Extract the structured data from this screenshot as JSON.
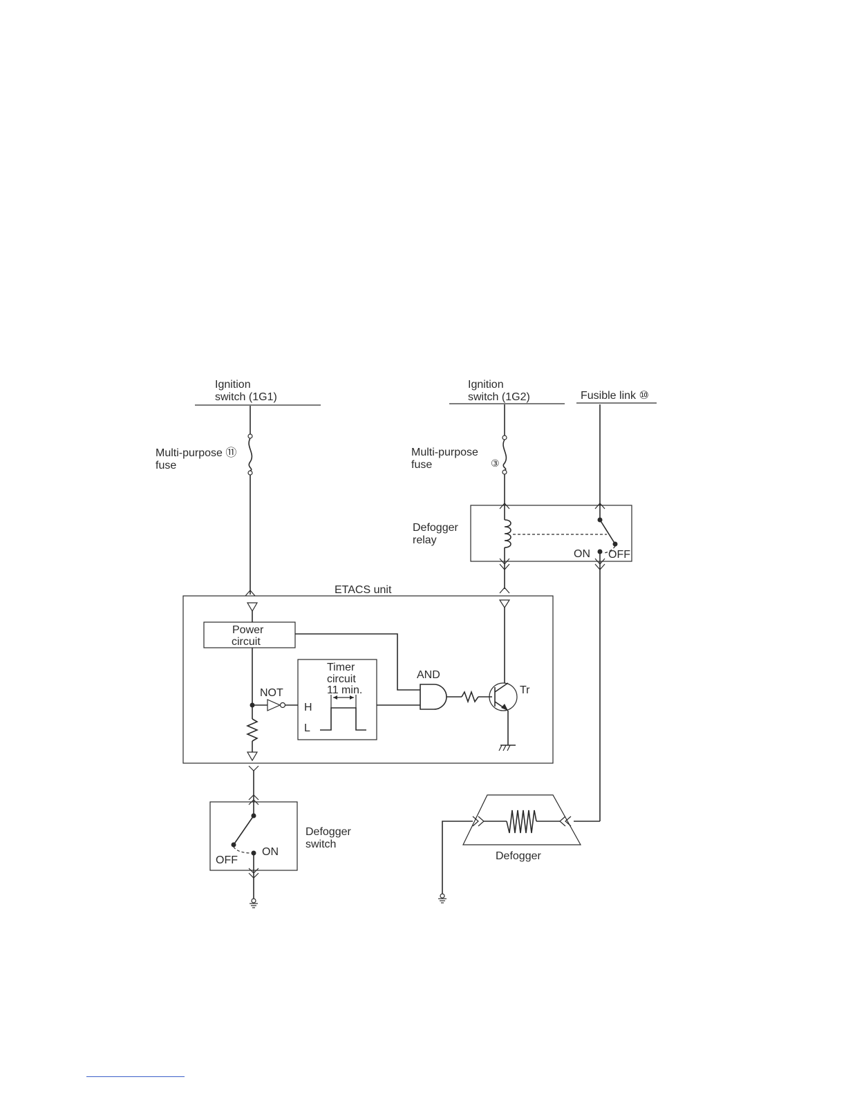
{
  "labels": {
    "ign1_line1": "Ignition",
    "ign1_line2": "switch (1G1)",
    "ign2_line1": "Ignition",
    "ign2_line2": "switch (1G2)",
    "fusible_link": "Fusible link ⑩",
    "mpf11_line1": "Multi-purpose ⑪",
    "mpf11_line2": "fuse",
    "mpf3_line1": "Multi-purpose",
    "mpf3_line2": "fuse",
    "mpf3_num": "③",
    "relay_line1": "Defogger",
    "relay_line2": "relay",
    "relay_on": "ON",
    "relay_off": "OFF",
    "etacs": "ETACS unit",
    "power_line1": "Power",
    "power_line2": "circuit",
    "timer_line1": "Timer",
    "timer_line2": "circuit",
    "timer_line3": "11 min.",
    "timer_h": "H",
    "timer_l": "L",
    "not_gate": "NOT",
    "and_gate": "AND",
    "transistor": "Tr",
    "switch_line1": "Defogger",
    "switch_line2": "switch",
    "switch_off": "OFF",
    "switch_on": "ON",
    "defogger": "Defogger"
  }
}
